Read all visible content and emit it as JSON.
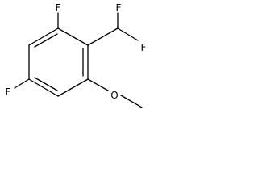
{
  "molecule": {
    "atoms": {
      "f_top": "F",
      "f_right_upper": "F",
      "f_right_lower": "F",
      "f_left": "F",
      "o_methoxy": "O"
    }
  }
}
